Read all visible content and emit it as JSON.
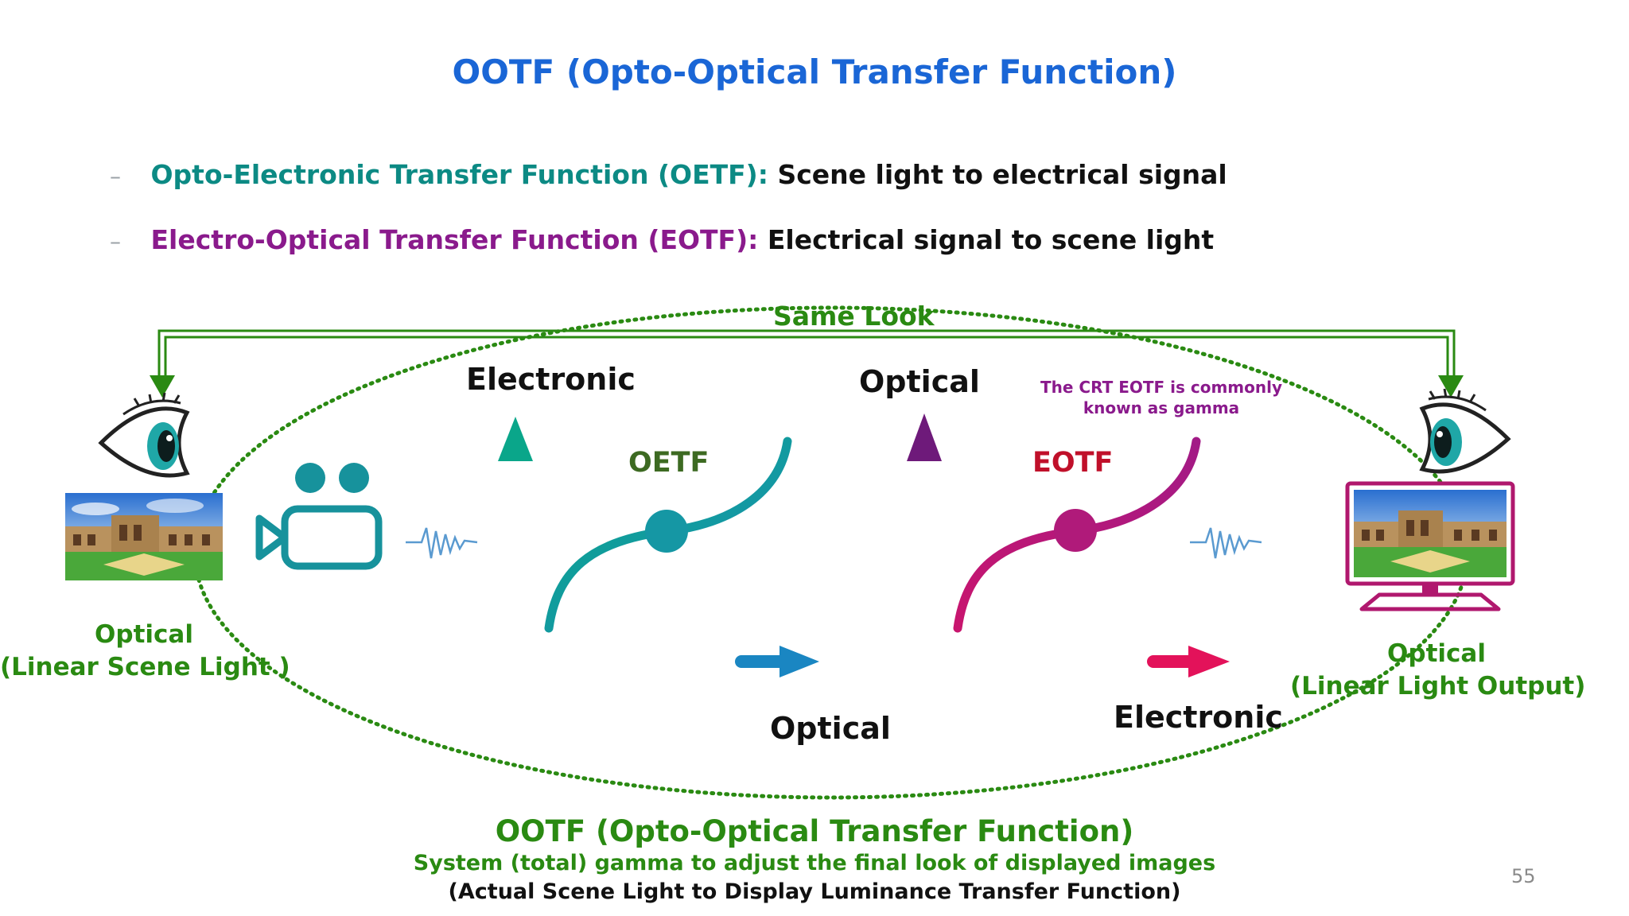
{
  "slide": {
    "title": "OOTF (Opto-Optical Transfer Function)",
    "page_number": "55"
  },
  "bullets": [
    {
      "marker": "–",
      "term": "Opto-Electronic Transfer Function (OETF):",
      "description": "Scene light to electrical signal",
      "term_color": "#0c8a84"
    },
    {
      "marker": "–",
      "term": "Electro-Optical Transfer Function (EOTF):",
      "description": "Electrical signal to scene light",
      "term_color": "#8a1a8c"
    }
  ],
  "diagram": {
    "same_look_label": "Same Look",
    "left": {
      "label_line1": "Optical",
      "label_line2": "(Linear Scene Light )"
    },
    "right": {
      "label_line1": "Optical",
      "label_line2": "(Linear Light Output)"
    },
    "oetf_plot": {
      "curve_label": "OETF",
      "y_axis_label": "Electronic",
      "x_axis_label": "Optical",
      "color": "#0f9a93"
    },
    "eotf_plot": {
      "curve_label": "EOTF",
      "y_axis_label": "Optical",
      "x_axis_label": "Electronic",
      "note_line1": "The CRT EOTF is commonly",
      "note_line2": "known as gamma",
      "color": "#b01a7a"
    },
    "icons": [
      "eye-icon",
      "scene-photo",
      "video-camera-icon",
      "signal-wave-icon",
      "monitor-icon"
    ]
  },
  "ootf": {
    "title": "OOTF (Opto-Optical Transfer Function)",
    "subtitle": "System (total) gamma to adjust the final look of displayed images",
    "note": "(Actual Scene Light to Display Luminance Transfer Function)"
  },
  "colors": {
    "title_blue": "#1a66d6",
    "green": "#2a8a12",
    "oetf_teal": "#0f9a93",
    "eotf_magenta": "#b01a7a",
    "eotf_label_red": "#c0102a"
  }
}
